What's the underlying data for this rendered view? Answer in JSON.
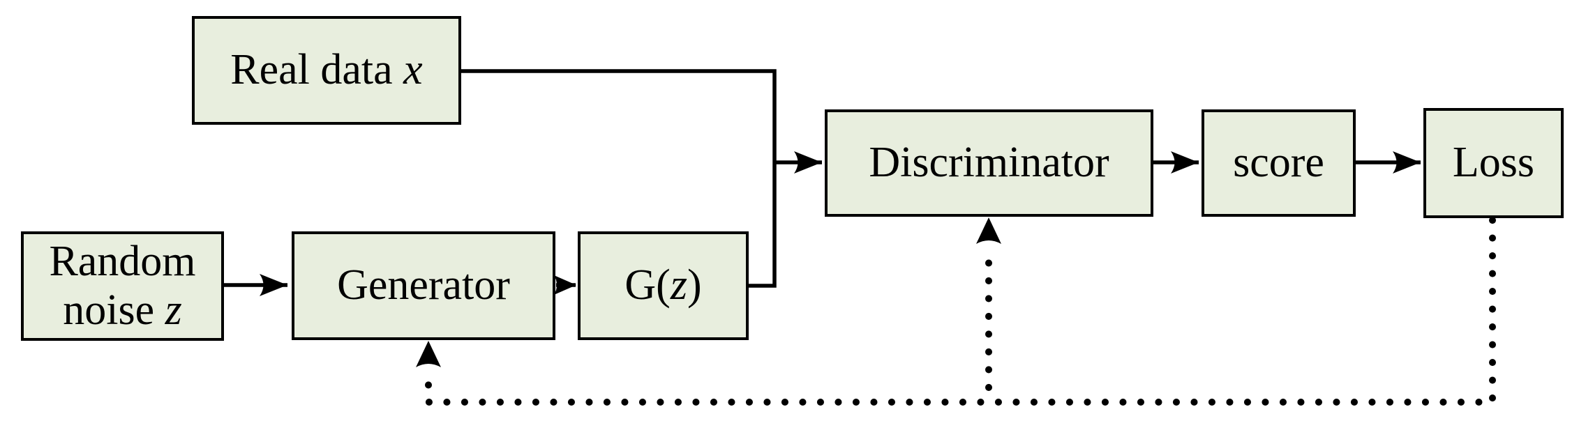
{
  "diagram": {
    "nodes": {
      "real_data": {
        "text": "Real data ",
        "variable": "x"
      },
      "random_noise": {
        "line1": "Random",
        "line2": "noise ",
        "variable": "z"
      },
      "generator": {
        "label": "Generator"
      },
      "g_of_z": {
        "prefix": "G(",
        "variable": "z",
        "suffix": ")"
      },
      "discriminator": {
        "label": "Discriminator"
      },
      "score": {
        "label": "score"
      },
      "loss": {
        "label": "Loss"
      }
    },
    "edges": [
      {
        "from": "random_noise",
        "to": "generator",
        "style": "solid-arrow"
      },
      {
        "from": "generator",
        "to": "g_of_z",
        "style": "solid-arrow"
      },
      {
        "from": "real_data",
        "to": "discriminator",
        "style": "solid-arrow"
      },
      {
        "from": "g_of_z",
        "to": "discriminator",
        "style": "solid-arrow"
      },
      {
        "from": "discriminator",
        "to": "score",
        "style": "solid-arrow"
      },
      {
        "from": "score",
        "to": "loss",
        "style": "solid-arrow"
      },
      {
        "from": "loss",
        "to": "discriminator",
        "style": "dotted-arrow"
      },
      {
        "from": "loss",
        "to": "generator",
        "style": "dotted-arrow"
      }
    ],
    "colors": {
      "node_fill": "#e8eede",
      "node_border": "#000000",
      "connector": "#000000",
      "background": "#ffffff"
    }
  }
}
